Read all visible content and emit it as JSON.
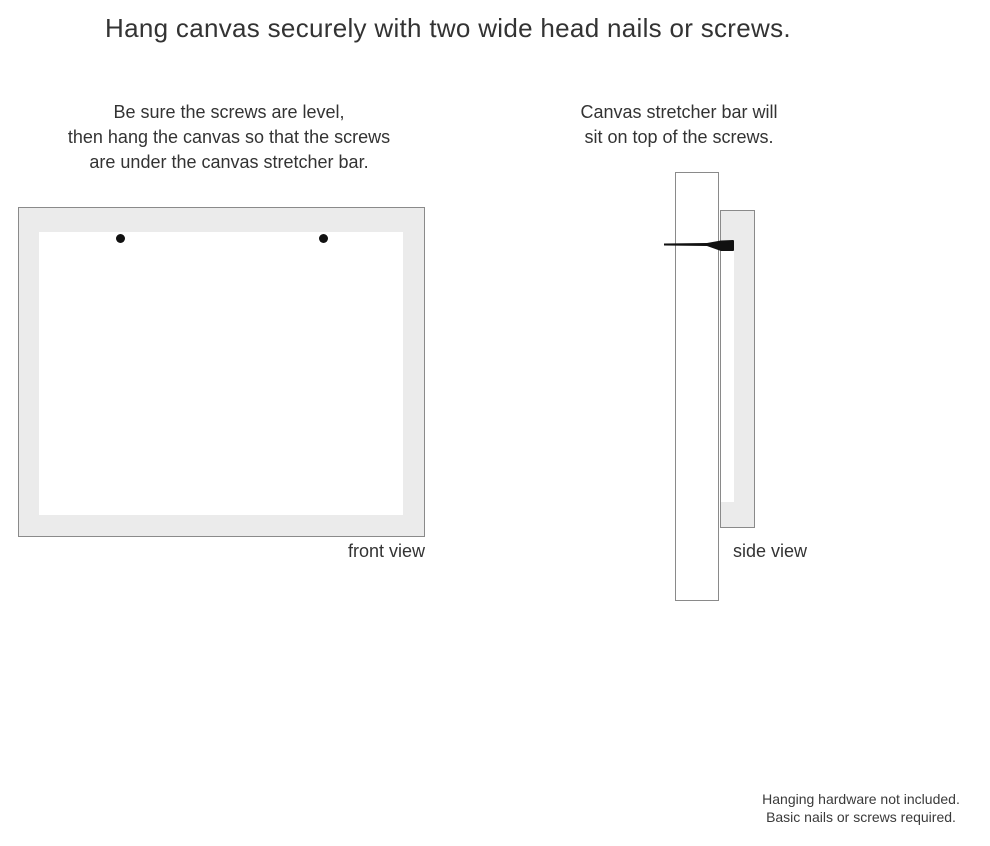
{
  "title": "Hang canvas securely with two wide head nails or screws.",
  "front_view": {
    "instruction_lines": [
      "Be sure the screws are level,",
      "then hang the canvas so that the screws",
      "are under the canvas stretcher bar."
    ],
    "caption": "front view",
    "screw_count": 2
  },
  "side_view": {
    "instruction_lines": [
      "Canvas stretcher bar will",
      "sit on top of the screws."
    ],
    "caption": "side view"
  },
  "footnote_lines": [
    "Hanging hardware not included.",
    "Basic nails or screws required."
  ],
  "icons": {
    "screw_head": "black filled dot",
    "nail_profile": "horizontal nail with wide head"
  },
  "colors": {
    "background": "#ffffff",
    "canvas_frame_fill": "#ebebeb",
    "outline": "#8a8a8a",
    "text": "#333333",
    "hardware": "#111111"
  }
}
